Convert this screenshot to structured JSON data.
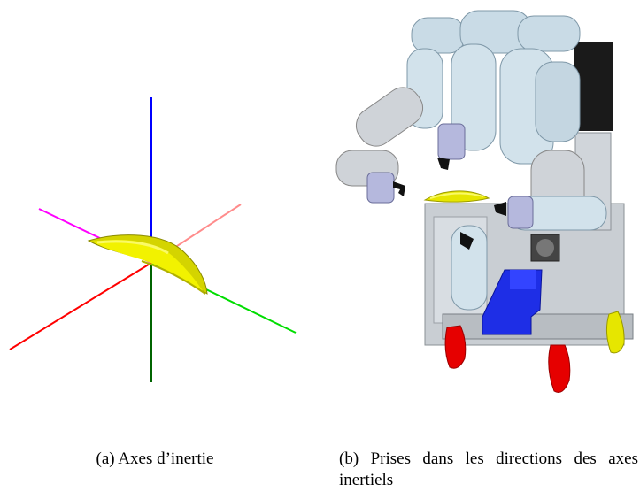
{
  "figure": {
    "captions": {
      "a": "(a) Axes d’inertie",
      "b": "(b) Prises dans les directions des axes inertiels"
    },
    "colors": {
      "axis_blue": "#0000ff",
      "axis_green": "#00dd00",
      "axis_red": "#ff0000",
      "axis_magenta": "#ff00ff",
      "axis_pink": "#ff8c8c",
      "axis_darkgreen": "#006400",
      "banana_yellow": "#e6e600",
      "robot_metal": "#c9ced3",
      "robot_arm": "#c9dbe6",
      "robot_black": "#1a1a1a",
      "robot_blue_part": "#1e2ee6",
      "robot_wheel": "#e60000"
    },
    "icons": [
      "inertia-axes-diagram",
      "robot-grasp-render"
    ]
  }
}
